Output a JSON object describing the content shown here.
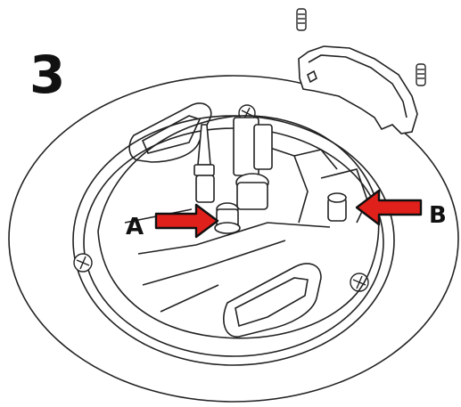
{
  "step": {
    "number": "3"
  },
  "callouts": [
    {
      "letter": "A",
      "arrow_direction": "right",
      "target": "gas-jet-nut"
    },
    {
      "letter": "B",
      "arrow_direction": "left",
      "target": "side-fitting"
    }
  ],
  "colors": {
    "arrow_fill": "#e0201b",
    "arrow_outline": "#111111",
    "ink": "#222222",
    "background": "#ffffff"
  },
  "icons": [
    "screw-icon",
    "burner-assembly",
    "burner-cover-plate"
  ]
}
